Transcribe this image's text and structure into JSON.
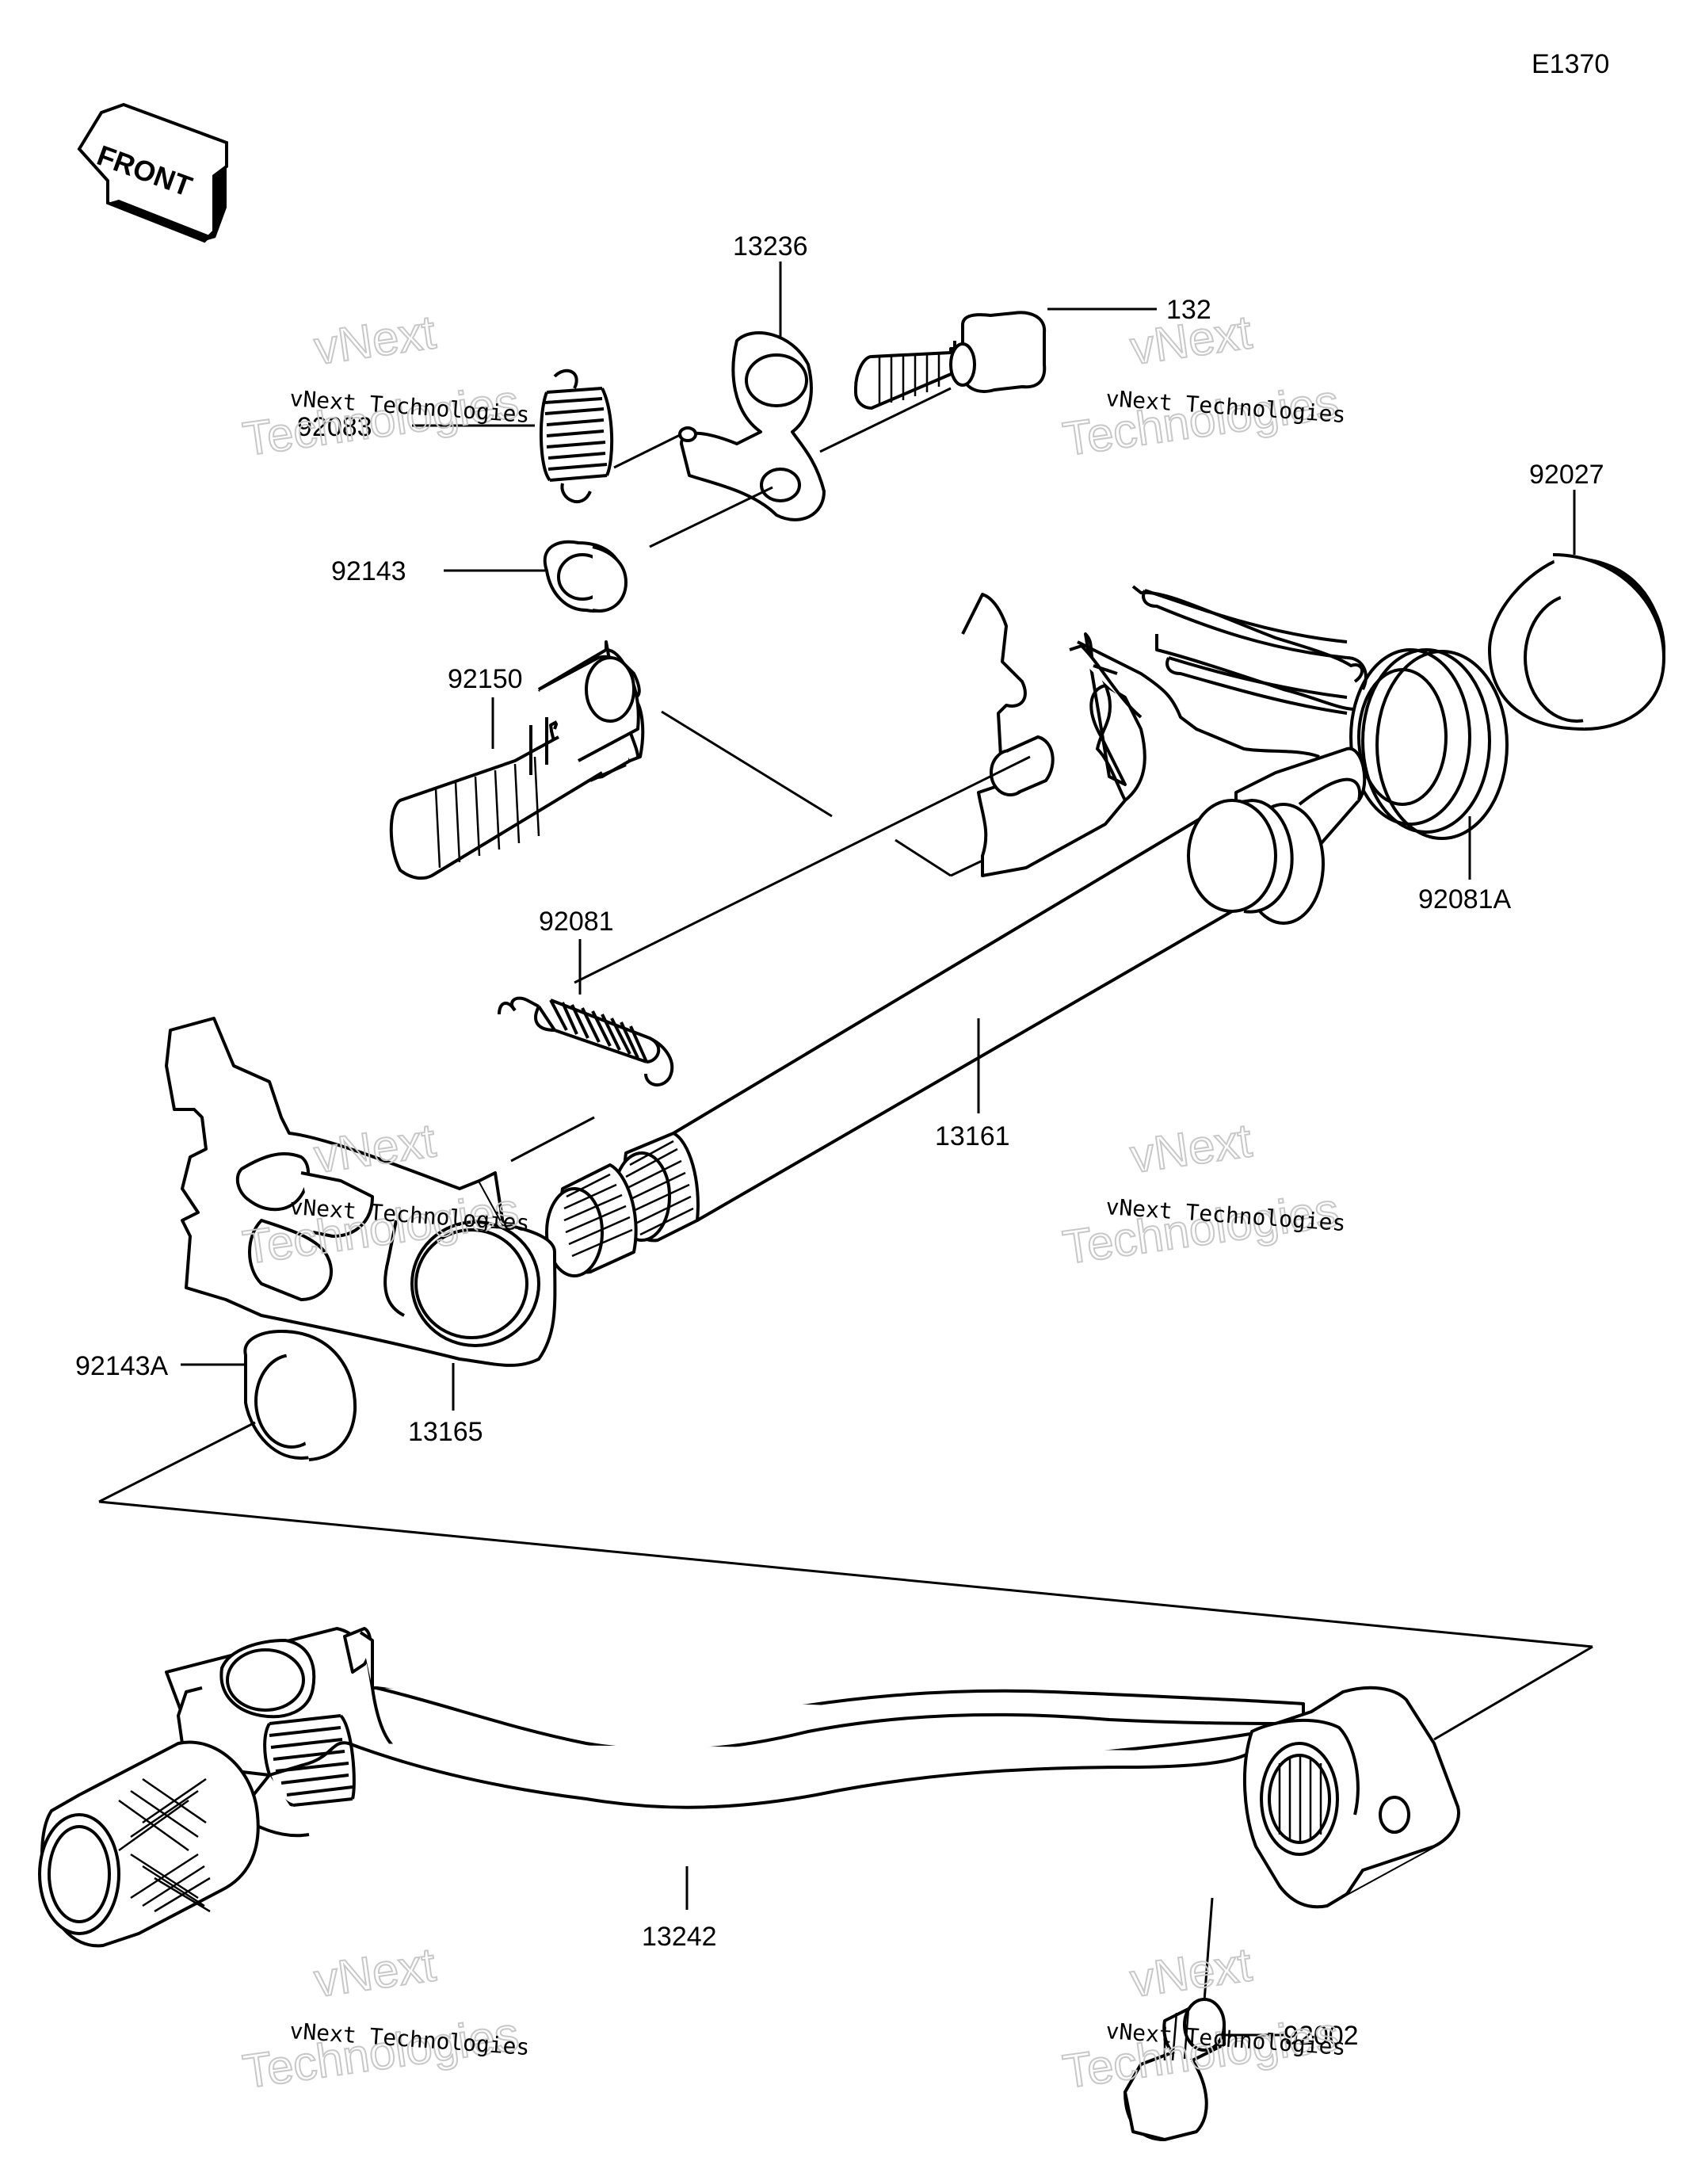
{
  "diagram": {
    "code": "E1370",
    "front_label": "FRONT",
    "watermark": {
      "small": "vNext Technologies",
      "big_top": "vNext",
      "big_bottom": "Technologies"
    },
    "parts": [
      {
        "id": "p13236",
        "number": "13236"
      },
      {
        "id": "p132",
        "number": "132"
      },
      {
        "id": "p92083",
        "number": "92083"
      },
      {
        "id": "p92143",
        "number": "92143"
      },
      {
        "id": "p92027",
        "number": "92027"
      },
      {
        "id": "p92150",
        "number": "92150"
      },
      {
        "id": "p92081A",
        "number": "92081A"
      },
      {
        "id": "p92081",
        "number": "92081"
      },
      {
        "id": "p13161",
        "number": "13161"
      },
      {
        "id": "p92143A",
        "number": "92143A"
      },
      {
        "id": "p13165",
        "number": "13165"
      },
      {
        "id": "p13242",
        "number": "13242"
      },
      {
        "id": "p92002",
        "number": "92002"
      }
    ]
  }
}
